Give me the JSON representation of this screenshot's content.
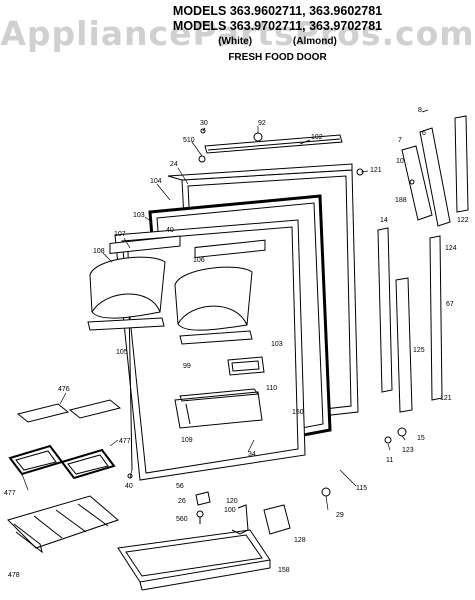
{
  "header": {
    "line1": "MODELS 363.9602711, 363.9602781",
    "line2": "MODELS 363.9702711, 363.9702781",
    "white": "(White)",
    "almond": "(Almond)",
    "title": "FRESH FOOD DOOR"
  },
  "watermark": "AppliancePartsPros.com",
  "callouts": [
    "8",
    "6",
    "7",
    "10",
    "122",
    "30",
    "92",
    "102",
    "510",
    "121",
    "24",
    "104",
    "103",
    "40",
    "107",
    "108",
    "106",
    "188",
    "14",
    "124",
    "67",
    "105",
    "99",
    "103",
    "110",
    "125",
    "121",
    "476",
    "109",
    "150",
    "15",
    "477",
    "34",
    "123",
    "477",
    "40",
    "26",
    "56",
    "115",
    "29",
    "478",
    "560",
    "120",
    "128",
    "158",
    "11",
    "100"
  ]
}
